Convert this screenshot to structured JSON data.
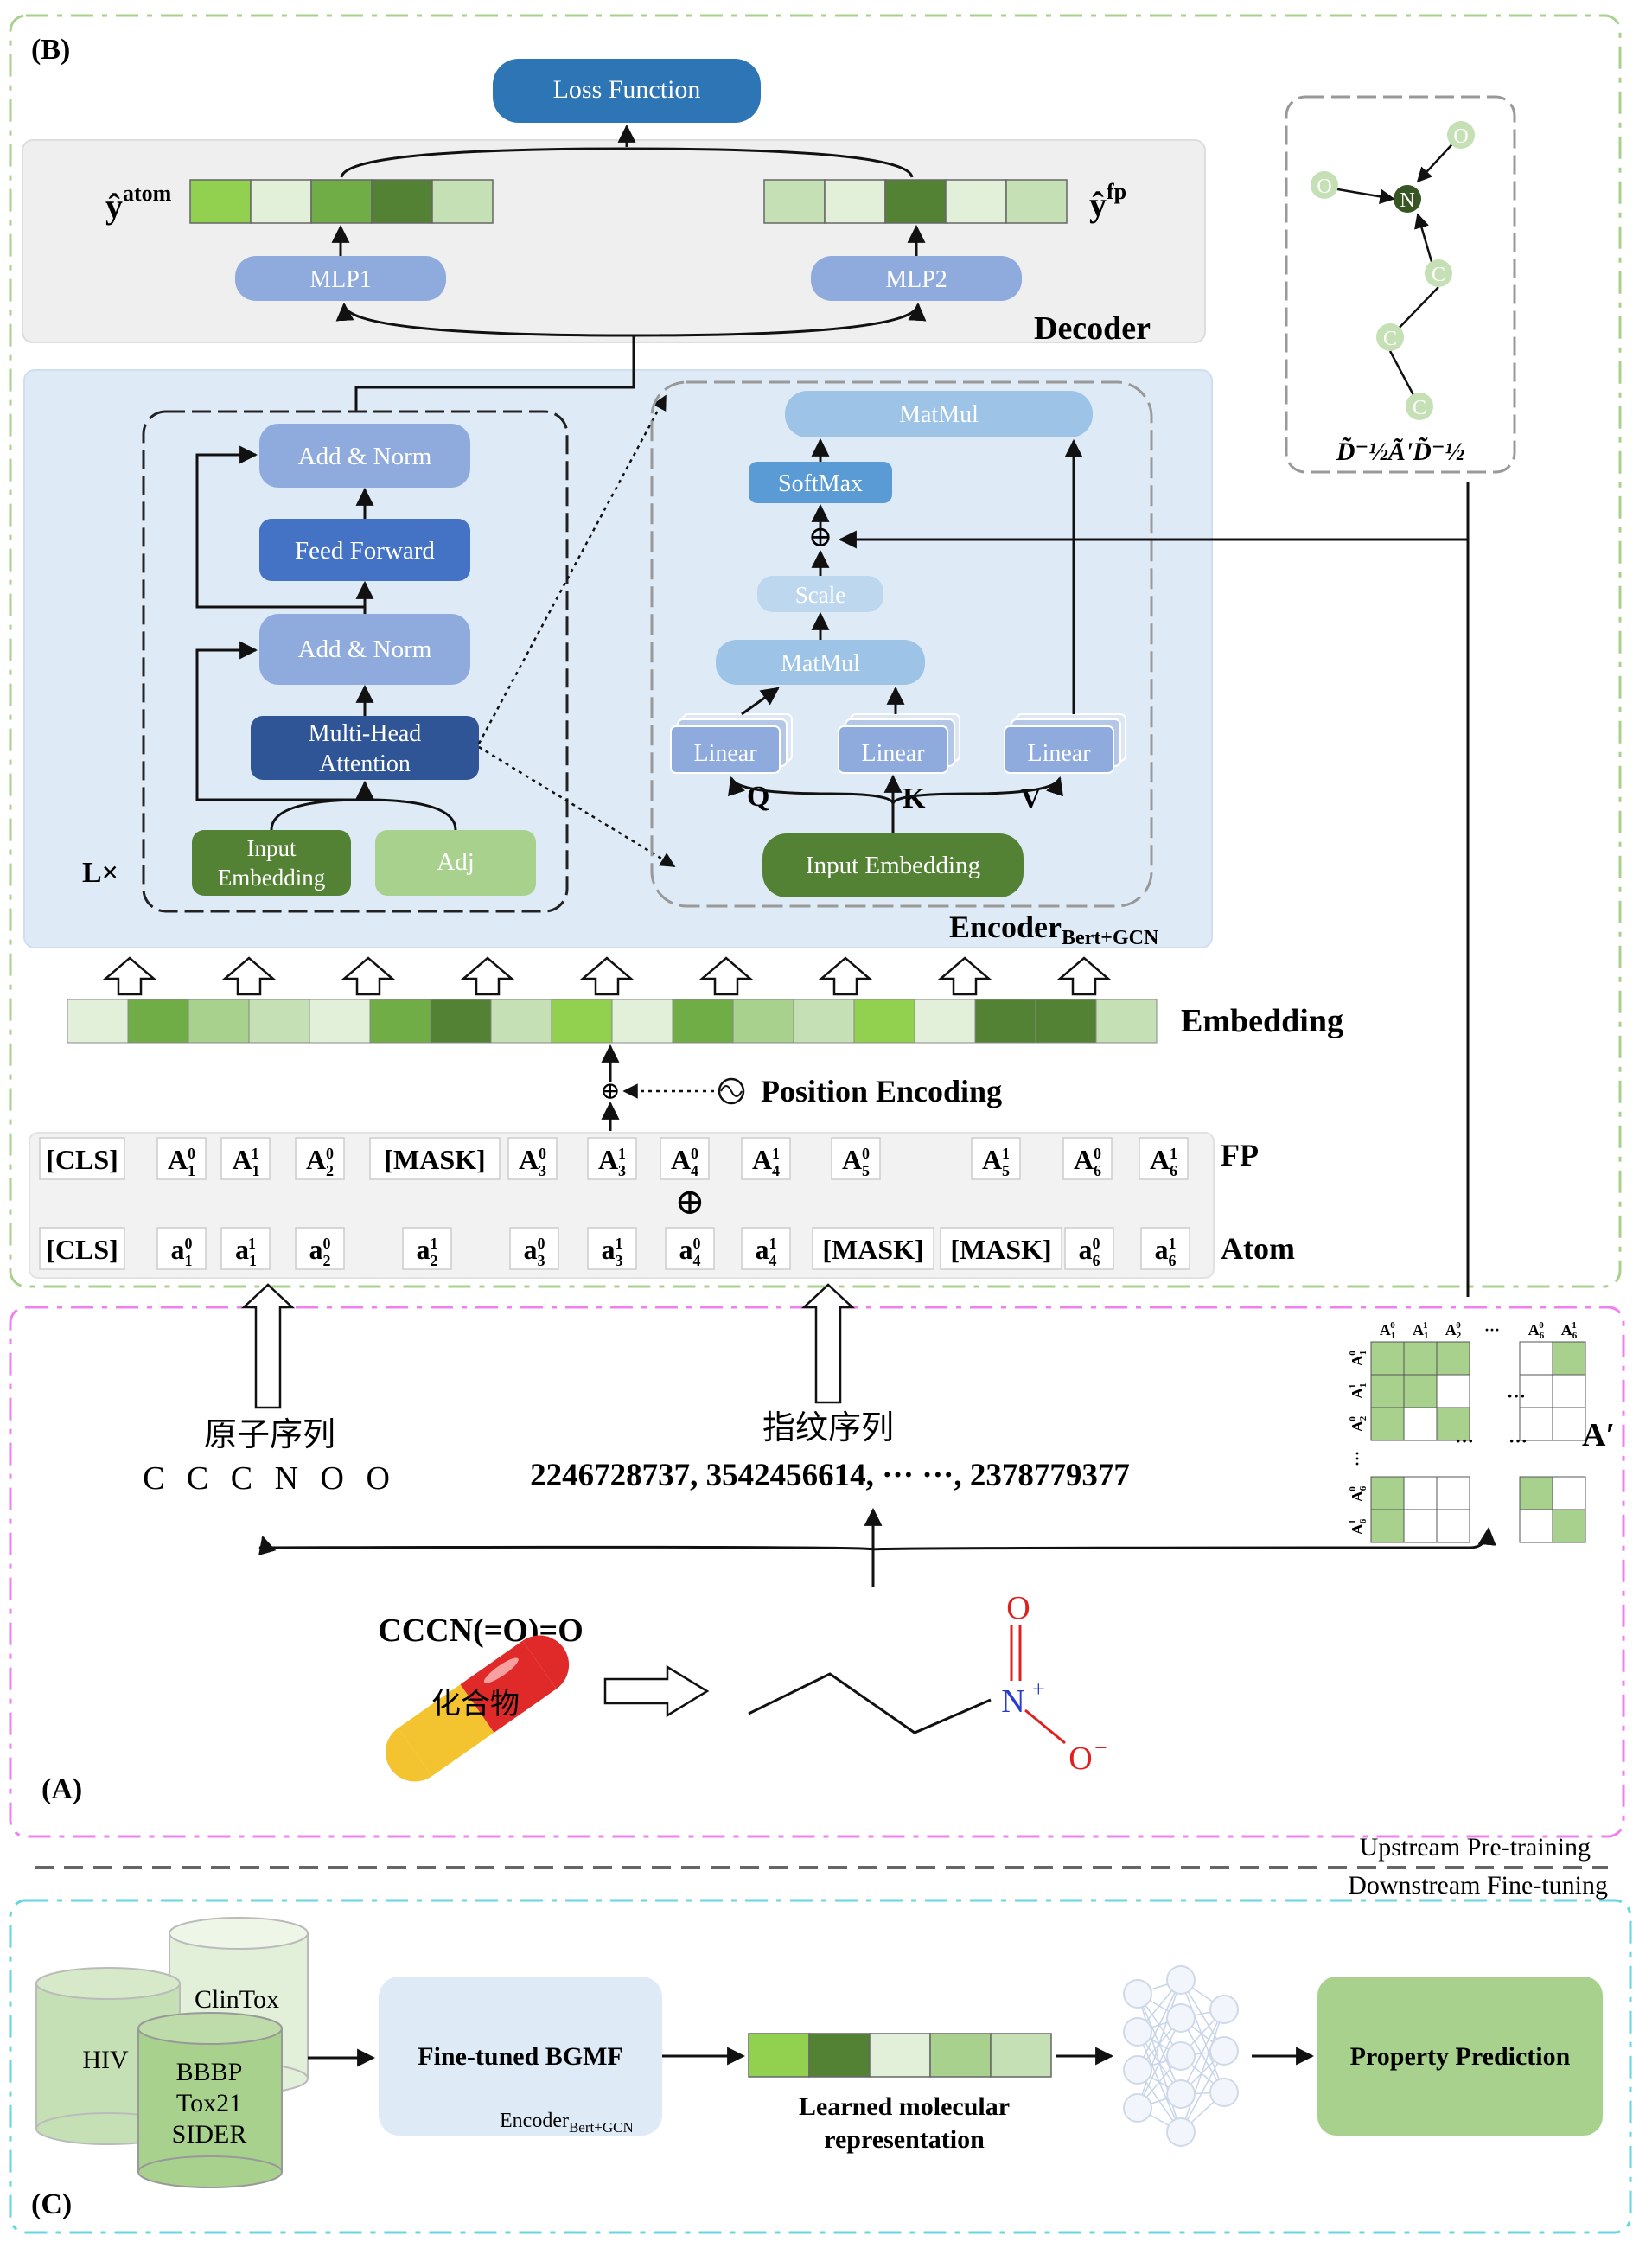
{
  "panels": {
    "b": "(B)",
    "a": "(A)",
    "c": "(C)"
  },
  "decoder": {
    "loss": "Loss Function",
    "yatom_base": "ŷ",
    "yatom_sup": "atom",
    "yfp_base": "ŷ",
    "yfp_sup": "fp",
    "mlp1": "MLP1",
    "mlp2": "MLP2",
    "label": "Decoder",
    "yatom_colors": [
      "#92d050",
      "#e2efd9",
      "#70ad47",
      "#548235",
      "#c5e0b4"
    ],
    "yfp_colors": [
      "#c5e0b4",
      "#e2efd9",
      "#548235",
      "#e2efd9",
      "#c5e0b4"
    ]
  },
  "encoder": {
    "add_norm_top": "Add & Norm",
    "feed_forward": "Feed Forward",
    "add_norm_bottom": "Add & Norm",
    "mha_line1": "Multi-Head",
    "mha_line2": "Attention",
    "input_emb_line1": "Input",
    "input_emb_line2": "Embedding",
    "adj": "Adj",
    "lx": "L×",
    "matmul_top": "MatMul",
    "softmax": "SoftMax",
    "oplus": "⊕",
    "scale": "Scale",
    "matmul_mid": "MatMul",
    "linear": "Linear",
    "q": "Q",
    "k": "K",
    "v": "V",
    "input_embedding": "Input Embedding",
    "label_main": "Encoder",
    "label_sub": "Bert+GCN"
  },
  "graph": {
    "formula": "D̃⁻½ÃʹD̃⁻½",
    "nodes": [
      "O",
      "O",
      "N",
      "C",
      "C",
      "C"
    ]
  },
  "embedding": {
    "label": "Embedding",
    "colors": [
      "#e2efd9",
      "#70ad47",
      "#a9d18e",
      "#c5e0b4",
      "#e2efd9",
      "#70ad47",
      "#548235",
      "#c5e0b4",
      "#92d050",
      "#e2efd9",
      "#70ad47",
      "#a9d18e",
      "#c5e0b4",
      "#92d050",
      "#e2efd9",
      "#548235",
      "#548235",
      "#c5e0b4"
    ]
  },
  "position_encoding": {
    "label": "Position Encoding",
    "plus": "⊕"
  },
  "fp_row": {
    "label": "FP",
    "tokens": [
      {
        "b": "[CLS]"
      },
      {
        "b": "A",
        "sub": "1",
        "sup": "0"
      },
      {
        "b": "A",
        "sub": "1",
        "sup": "1"
      },
      {
        "b": "A",
        "sub": "2",
        "sup": "0"
      },
      {
        "b": "[MASK]"
      },
      {
        "b": "A",
        "sub": "3",
        "sup": "0"
      },
      {
        "b": "A",
        "sub": "3",
        "sup": "1"
      },
      {
        "b": "A",
        "sub": "4",
        "sup": "0"
      },
      {
        "b": "A",
        "sub": "4",
        "sup": "1"
      },
      {
        "b": "A",
        "sub": "5",
        "sup": "0"
      },
      {
        "b": "A",
        "sub": "5",
        "sup": "1"
      },
      {
        "b": "A",
        "sub": "6",
        "sup": "0"
      },
      {
        "b": "A",
        "sub": "6",
        "sup": "1"
      }
    ]
  },
  "fusion_oplus": "⊕",
  "atom_row": {
    "label": "Atom",
    "tokens": [
      {
        "b": "[CLS]"
      },
      {
        "b": "a",
        "sub": "1",
        "sup": "0"
      },
      {
        "b": "a",
        "sub": "1",
        "sup": "1"
      },
      {
        "b": "a",
        "sub": "2",
        "sup": "0"
      },
      {
        "b": "a",
        "sub": "2",
        "sup": "1"
      },
      {
        "b": "a",
        "sub": "3",
        "sup": "0"
      },
      {
        "b": "a",
        "sub": "3",
        "sup": "1"
      },
      {
        "b": "a",
        "sub": "4",
        "sup": "0"
      },
      {
        "b": "a",
        "sub": "4",
        "sup": "1"
      },
      {
        "b": "[MASK]"
      },
      {
        "b": "[MASK]"
      },
      {
        "b": "a",
        "sub": "6",
        "sup": "0"
      },
      {
        "b": "a",
        "sub": "6",
        "sup": "1"
      }
    ]
  },
  "section_a": {
    "atom_seq_title": "原子序列",
    "atom_seq": "C C C N O O",
    "fp_seq_title": "指纹序列",
    "fp_seq": "2246728737, 3542456614,  ··· ···, 2378779377",
    "smiles": "CCCN(=O)=O",
    "compound": "化合物",
    "atom_n": "N",
    "atom_plus": "+",
    "atom_o_top": "O",
    "atom_o_bottom": "O",
    "atom_minus": "−",
    "adj_label": "A′",
    "adj_col_headers": [
      "A",
      "A",
      "A",
      "···",
      "A",
      "A"
    ],
    "adj_headers_sup": [
      "0",
      "1",
      "0",
      "",
      "0",
      "1"
    ],
    "adj_headers_sub": [
      "1",
      "1",
      "2",
      "",
      "6",
      "6"
    ],
    "dots": "···"
  },
  "divider": {
    "upstream": "Upstream Pre-training",
    "downstream": "Downstream Fine-tuning"
  },
  "section_c": {
    "db_hiv": "HIV",
    "db_clintox": "ClinTox",
    "db_bbbp": "BBBP",
    "db_tox21": "Tox21",
    "db_sider": "SIDER",
    "finetuned": "Fine-tuned BGMF",
    "enc_main": "Encoder",
    "enc_sub": "Bert+GCN",
    "learned_line1": "Learned molecular",
    "learned_line2": "representation",
    "repr_colors": [
      "#92d050",
      "#548235",
      "#e2efd9",
      "#a9d18e",
      "#c5e0b4"
    ],
    "property": "Property Prediction"
  }
}
